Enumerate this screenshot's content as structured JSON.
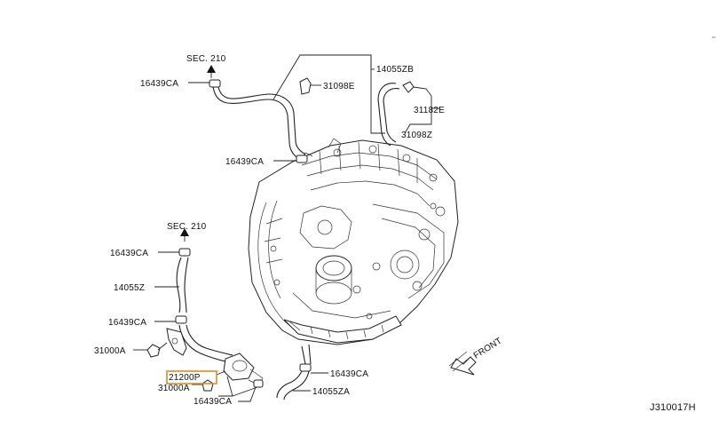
{
  "diagram": {
    "code": "J310017H",
    "front_label": "FRONT",
    "section_refs": [
      "SEC. 210",
      "SEC. 210"
    ],
    "parts": [
      {
        "id": "16439CA",
        "label": "16439CA"
      },
      {
        "id": "31098E",
        "label": "31098E"
      },
      {
        "id": "14055ZB",
        "label": "14055ZB"
      },
      {
        "id": "31182E",
        "label": "31182E"
      },
      {
        "id": "31098Z",
        "label": "31098Z"
      },
      {
        "id": "16439CA",
        "label": "16439CA"
      },
      {
        "id": "16439CA",
        "label": "16439CA"
      },
      {
        "id": "14055Z",
        "label": "14055Z"
      },
      {
        "id": "16439CA",
        "label": "16439CA"
      },
      {
        "id": "31000A",
        "label": "31000A"
      },
      {
        "id": "21200P",
        "label": "21200P",
        "highlighted": true
      },
      {
        "id": "31000A",
        "label": "31000A"
      },
      {
        "id": "16439CA",
        "label": "16439CA"
      },
      {
        "id": "16439CA",
        "label": "16439CA"
      },
      {
        "id": "14055ZA",
        "label": "14055ZA"
      }
    ],
    "highlight_color": "#d4902c"
  }
}
